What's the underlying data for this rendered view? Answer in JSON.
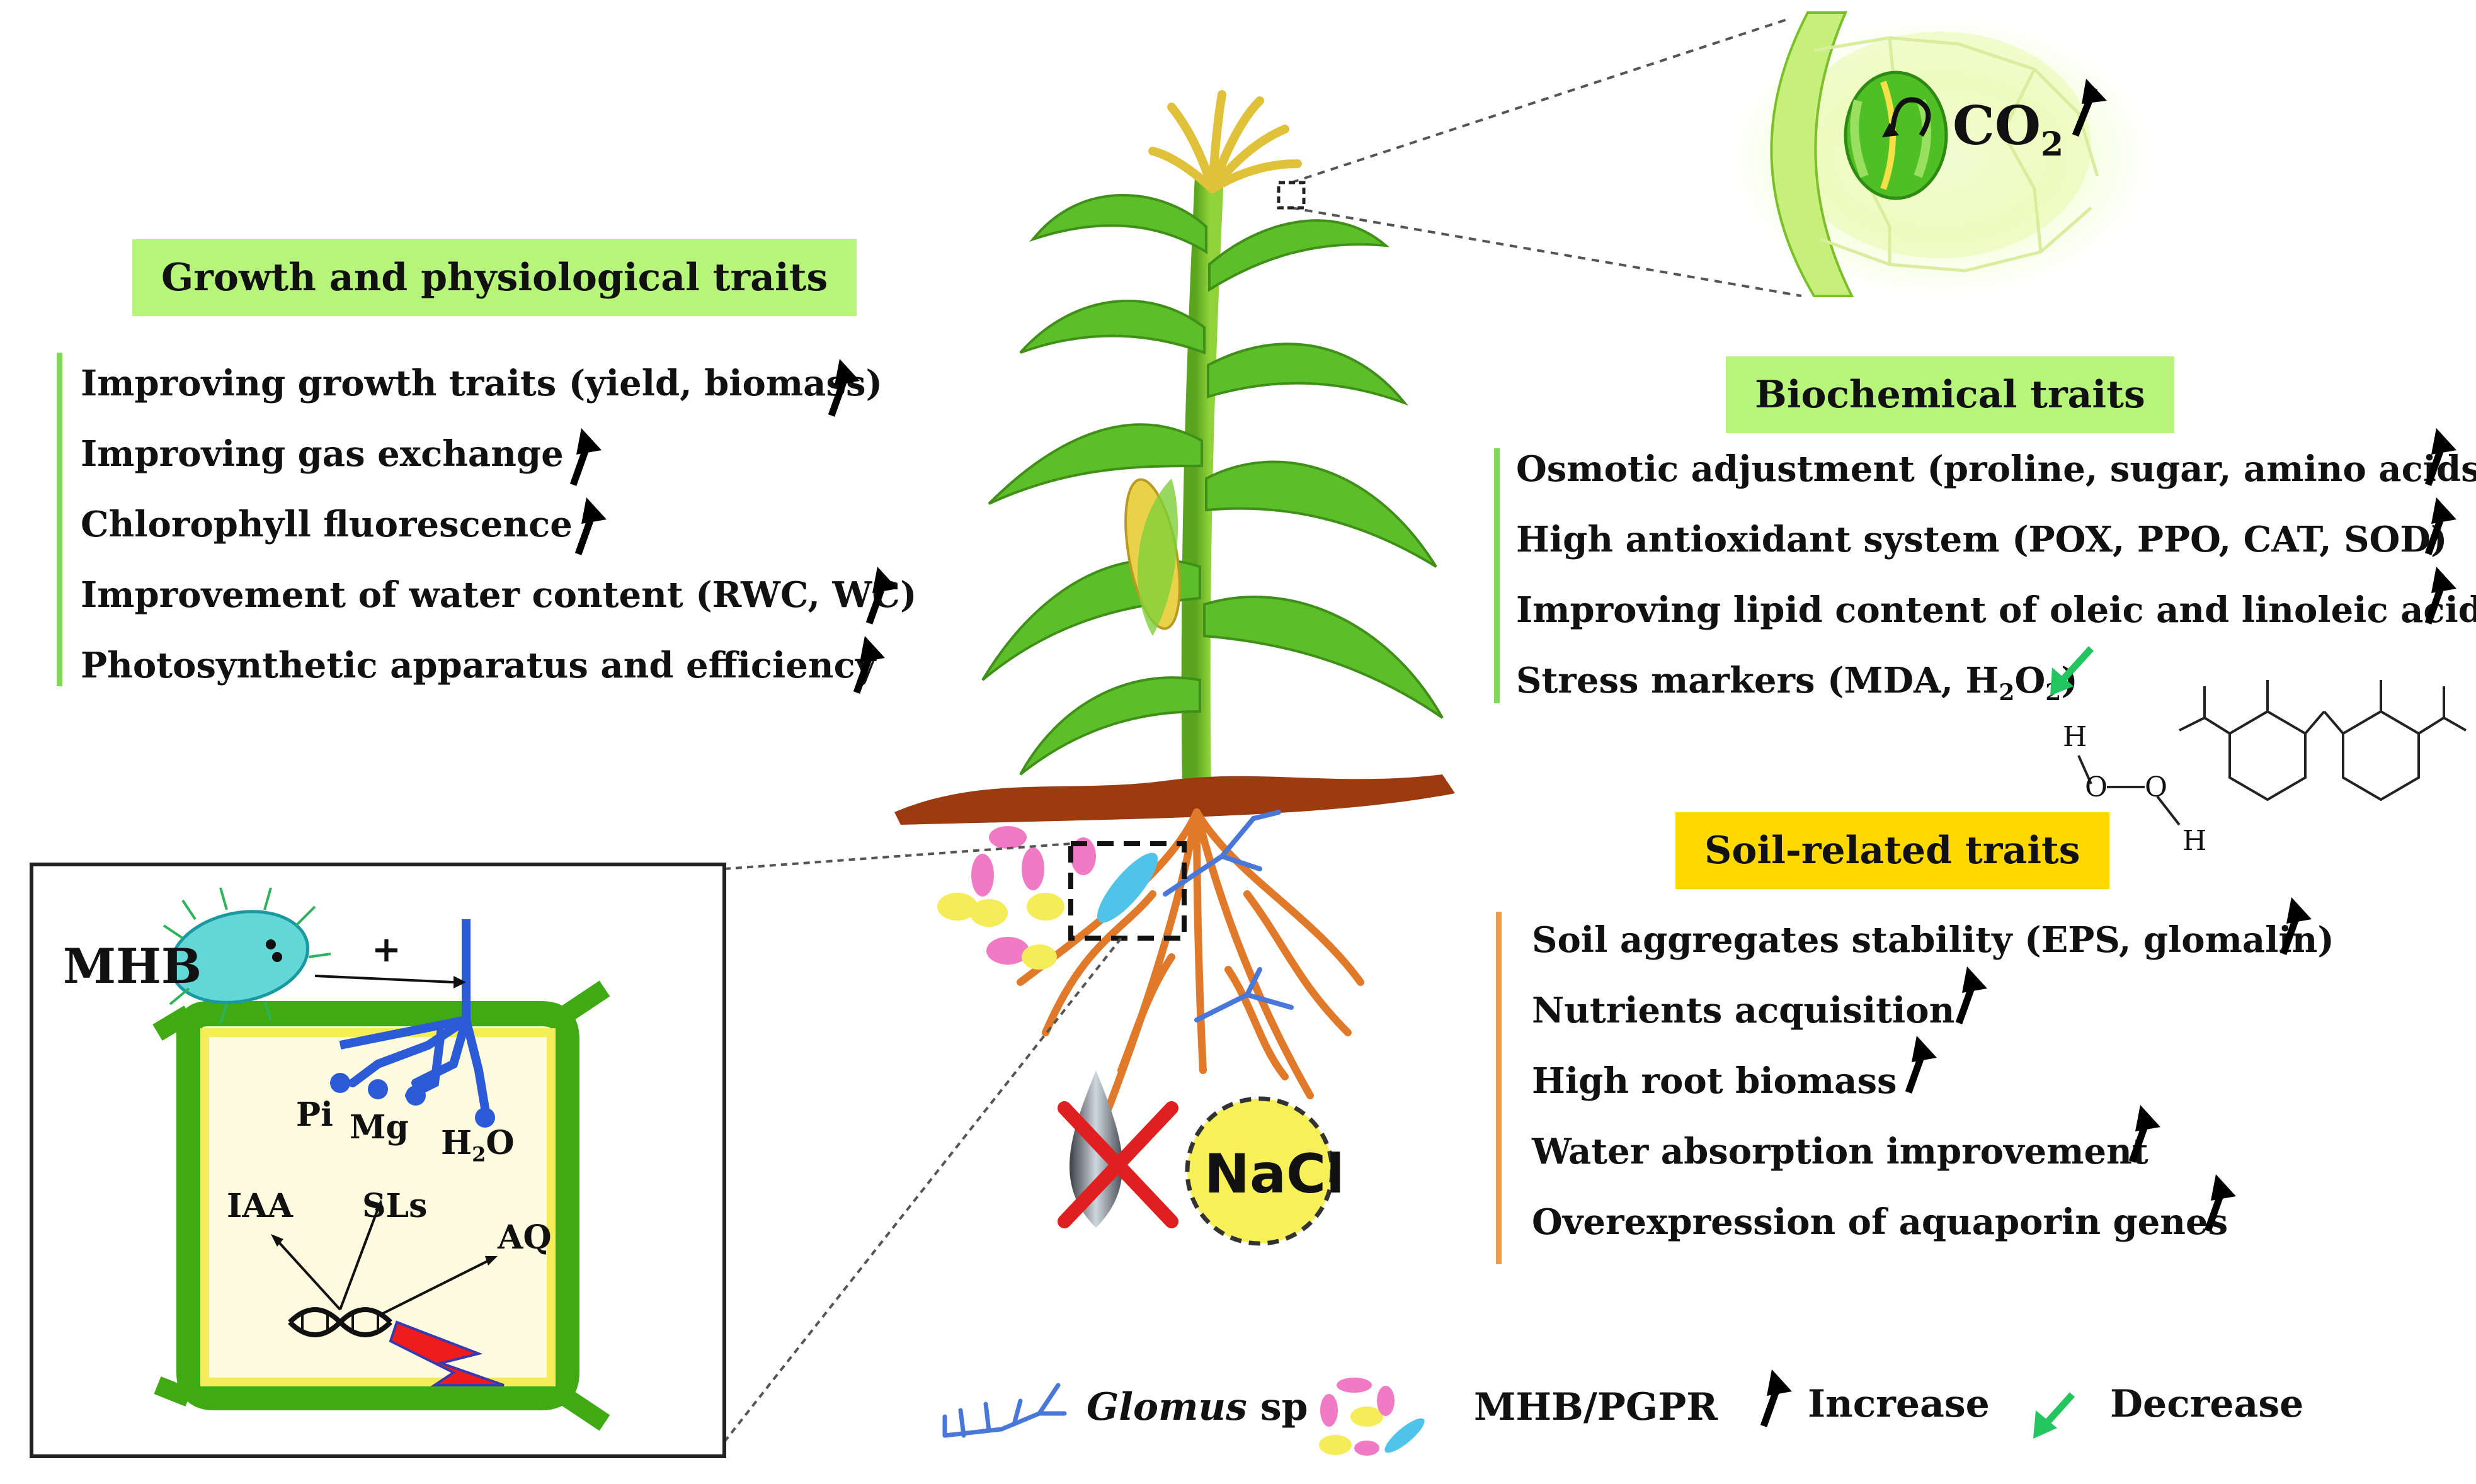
{
  "sections": {
    "growth": {
      "title": "Growth and physiological traits",
      "items": [
        "Improving growth traits (yield, biomass)",
        "Improving gas exchange",
        "Chlorophyll fluorescence",
        "Improvement of water content (RWC, WC)",
        "Photosynthetic apparatus and efficiency"
      ]
    },
    "biochemical": {
      "title": "Biochemical traits",
      "items": [
        "Osmotic adjustment (proline, sugar, amino acids)",
        "High antioxidant system (POX, PPO, CAT, SOD)",
        "Improving lipid content of oleic and linoleic acids"
      ],
      "stress_prefix": "Stress markers (MDA, H",
      "stress_sub1": "2",
      "stress_mid": "O",
      "stress_sub2": "2",
      "stress_suffix": ")"
    },
    "soil": {
      "title": "Soil-related traits",
      "items": [
        "Soil aggregates stability (EPS, glomalin)",
        "Nutrients acquisition",
        "High root biomass",
        "Water absorption improvement",
        "Overexpression of aquaporin genes"
      ]
    }
  },
  "leaf_zoom": {
    "co2_text": "CO",
    "co2_sub": "2"
  },
  "cell_inset": {
    "mhb": "MHB",
    "plus": "+",
    "pi": "Pi",
    "mg": "Mg",
    "h2o_h": "H",
    "h2o_sub": "2",
    "h2o_o": "O",
    "iaa": "IAA",
    "sls": "SLs",
    "aq": "AQ"
  },
  "nacl": "NaCl",
  "molecules": {
    "h1": "H",
    "o1": "O",
    "o2": "O",
    "h2": "H"
  },
  "legend": {
    "glomus_italic": "Glomus",
    "glomus_rest": " sp",
    "mhb_pgpr": "MHB/PGPR",
    "increase": "Increase",
    "decrease": "Decrease"
  },
  "colors": {
    "header_green": "#b6f57a",
    "header_yellow": "#ffd800",
    "bar_green": "#7ed957",
    "bar_orange": "#f39c3d",
    "increase_arrow": "#000000",
    "decrease_arrow": "#22c55e"
  }
}
